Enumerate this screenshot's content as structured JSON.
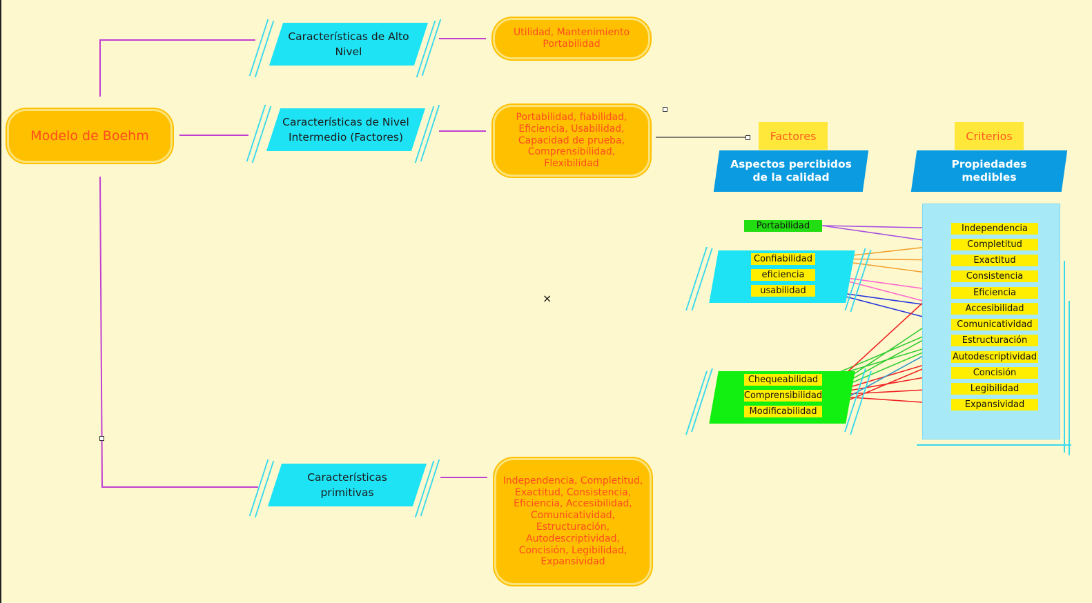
{
  "root": {
    "label": "Modelo de Boehm"
  },
  "branches": [
    {
      "label": "Características de Alto Nivel",
      "detail": "Utilidad, Mantenimiento Portabilidad"
    },
    {
      "label": "Características de Nivel Intermedio (Factores)",
      "detail": "Portabilidad, fiabilidad, Eficiencia, Usabilidad, Capacidad de prueba, Comprensibilidad, Flexibilidad"
    },
    {
      "label": "Características primitivas",
      "detail": "Independencia, Completitud, Exactitud, Consistencia, Eficiencia, Accesibilidad, Comunicatividad, Estructuración, Autodescriptividad, Concisión, Legibilidad, Expansividad"
    }
  ],
  "factores": {
    "header": "Factores",
    "subheader": "Aspectos percibidos de la calidad",
    "items": [
      "Portabilidad",
      "Confiabilidad",
      "eficiencia",
      "usabilidad",
      "Chequeabilidad",
      "Comprensibilidad",
      "Modificabilidad"
    ]
  },
  "criterios": {
    "header": "Criterios",
    "subheader": "Propiedades medibles",
    "items": [
      "Independencia",
      "Completitud",
      "Exactitud",
      "Consistencia",
      "Eficiencia",
      "Accesibilidad",
      "Comunicatividad",
      "Estructuración",
      "Autodescriptividad",
      "Concisión",
      "Legibilidad",
      "Expansividad"
    ]
  },
  "cursor_glyph": "×",
  "colors": {
    "background": "#fef8cf",
    "pill": "#ffc000",
    "pill_text": "#ff4b1f",
    "cyan": "#1ee3f5",
    "blue": "#0a9be0",
    "tag_yellow": "#ffee00",
    "tag_green": "#22dd11",
    "connector": "#c13fd0"
  }
}
